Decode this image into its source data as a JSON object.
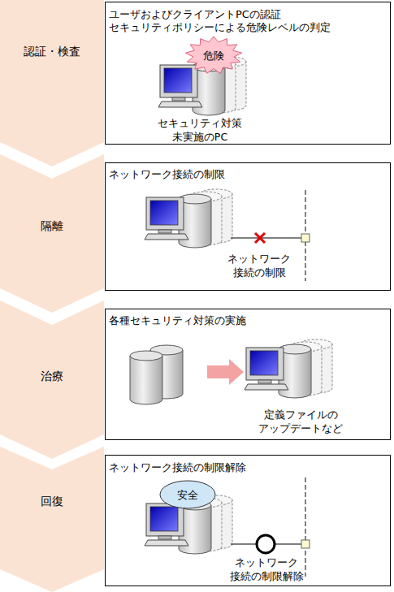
{
  "diagram": {
    "nodes": [
      {
        "text": [
          "認証・検査"
        ]
      },
      {
        "text": [
          "ユーザおよびクライアントPCの認証",
          "セキュリティポリシーによる危険レベルの判定",
          "セキュリティ対策 未実施のPC"
        ]
      },
      {
        "text": [
          "危険"
        ],
        "in": 1
      },
      {
        "text": [
          "隔離"
        ]
      },
      {
        "text": [
          "ネットワーク接続の制限",
          "ネットワーク 接続の制限"
        ]
      },
      {
        "text": [
          "治療"
        ]
      },
      {
        "text": [
          "各種セキュリティ対策の実施",
          "定義ファイルの アップデートなど"
        ]
      },
      {
        "text": [
          "回復"
        ]
      },
      {
        "text": [
          "ネットワーク接続の制限解除",
          "ネットワーク 接続の制限解除"
        ]
      },
      {
        "text": [
          "安全"
        ],
        "in": 8
      }
    ]
  }
}
